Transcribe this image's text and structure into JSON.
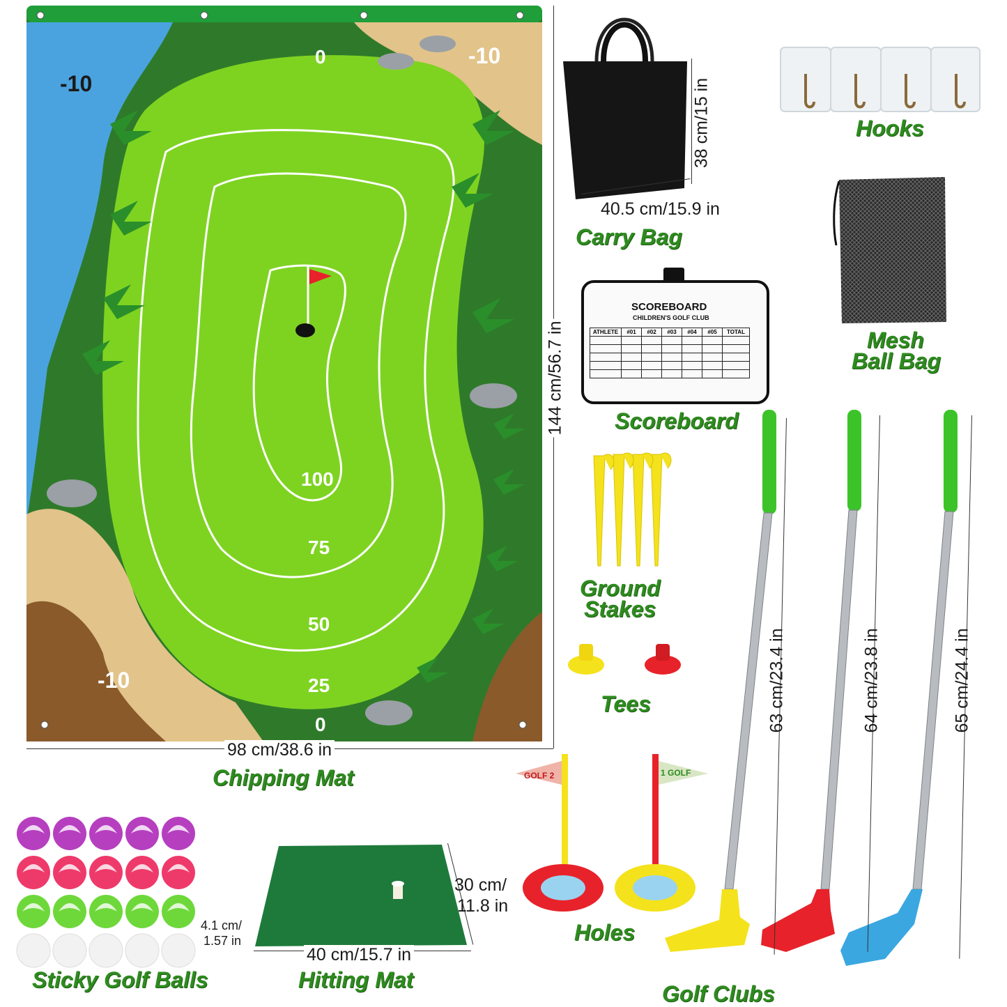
{
  "chipping_mat": {
    "label": "Chipping Mat",
    "width": "98 cm/38.6 in",
    "height": "144 cm/56.7 in",
    "scores": {
      "top_center": "0",
      "top_right": "-10",
      "top_left": "-10",
      "ring_100": "100",
      "ring_75": "75",
      "ring_50": "50",
      "ring_25": "25",
      "bottom_left": "-10",
      "bottom_center": "0"
    }
  },
  "carry_bag": {
    "label": "Carry Bag",
    "width": "40.5 cm/15.9 in",
    "height": "38 cm/15 in"
  },
  "hooks": {
    "label": "Hooks"
  },
  "mesh_bag": {
    "label_line1": "Mesh",
    "label_line2": "Ball Bag"
  },
  "scoreboard": {
    "label": "Scoreboard",
    "title": "SCOREBOARD",
    "subtitle": "CHILDREN'S GOLF CLUB",
    "columns": [
      "ATHLETE",
      "#01",
      "#02",
      "#03",
      "#04",
      "#05",
      "TOTAL"
    ]
  },
  "ground_stakes": {
    "label_line1": "Ground",
    "label_line2": "Stakes"
  },
  "tees": {
    "label": "Tees"
  },
  "holes": {
    "label": "Holes",
    "flag1": "GOLF 2",
    "flag2": "1 GOLF"
  },
  "golf_clubs": {
    "label": "Golf Clubs",
    "lengths": [
      "63 cm/23.4 in",
      "64 cm/23.8 in",
      "65 cm/24.4 in"
    ]
  },
  "balls": {
    "label": "Sticky Golf Balls",
    "size_line1": "4.1 cm/",
    "size_line2": "1.57 in"
  },
  "hitting_mat": {
    "label": "Hitting Mat",
    "width": "40 cm/15.7 in",
    "height_line1": "30 cm/",
    "height_line2": "11.8 in"
  },
  "colors": {
    "label_green": "#2e8b1f",
    "grass_dark": "#2f7a2a",
    "fairway_light": "#7ed321",
    "water": "#4aa3df",
    "sand": "#e2c38a",
    "dirt": "#8a5a2b"
  }
}
